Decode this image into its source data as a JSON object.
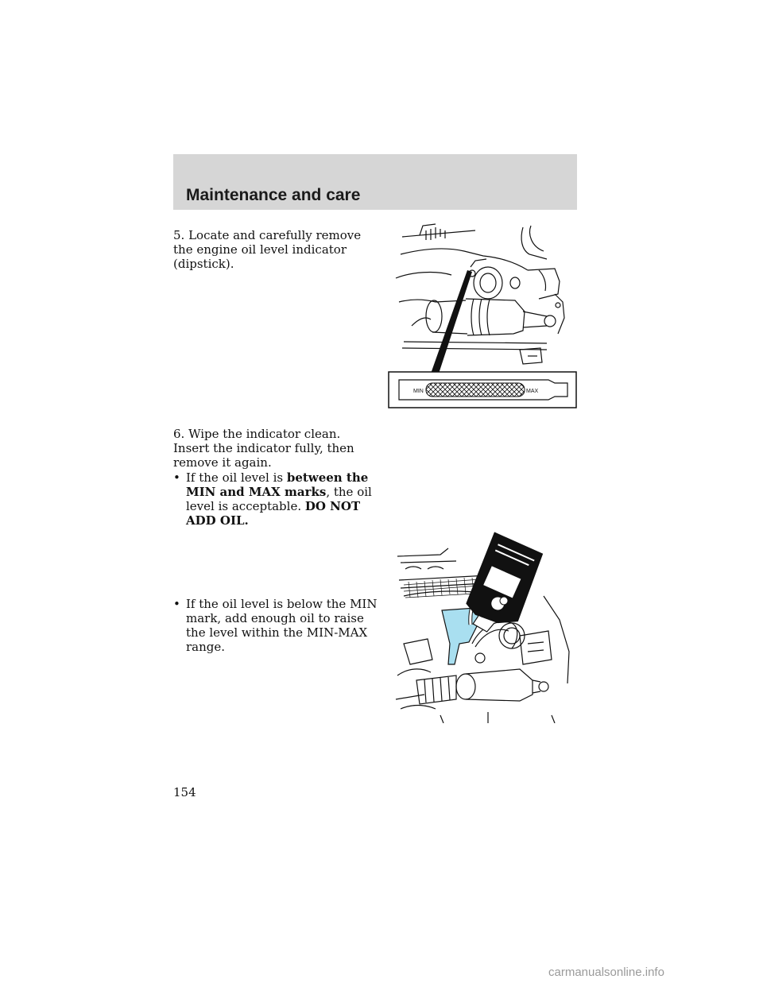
{
  "header": {
    "title": "Maintenance and care"
  },
  "step5": {
    "text": "5. Locate and carefully remove the engine oil level indicator (dipstick)."
  },
  "step6": {
    "text": "6. Wipe the indicator clean. Insert the indicator fully, then remove it again."
  },
  "bullet1": {
    "t1": "If the oil level is ",
    "b1": "between the MIN and MAX marks",
    "t2": ", the oil level is acceptable. ",
    "b2": "DO NOT ADD OIL."
  },
  "bullet2": {
    "text": "If the oil level is below the MIN mark, add enough oil to raise the level within the MIN-MAX range."
  },
  "dipstick": {
    "min_label": "MIN",
    "max_label": "MAX"
  },
  "page_number": "154",
  "watermark": "carmanualsonline.info",
  "colors": {
    "header_band": "#d6d6d6",
    "funnel": "#a9dff0"
  }
}
